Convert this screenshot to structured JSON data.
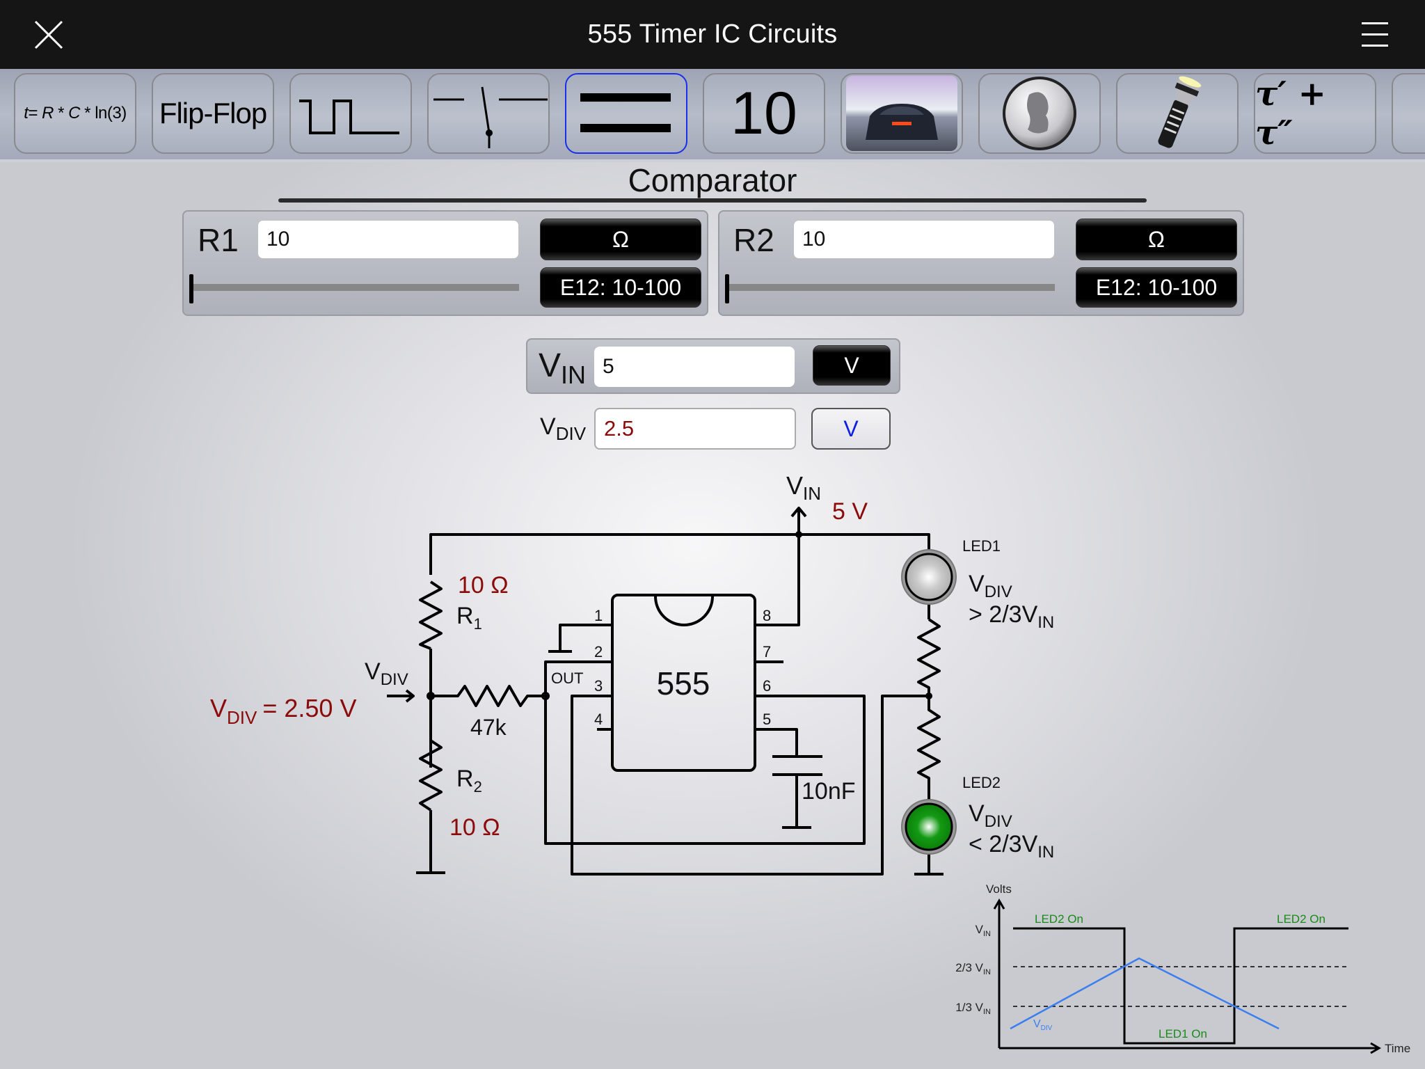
{
  "app": {
    "title": "555 Timer IC Circuits",
    "close_icon": "close-x-icon",
    "menu_icon": "hamburger-menu-icon"
  },
  "toolbar": {
    "tools": [
      {
        "id": "formula",
        "label": "t= R * C * ln(3)",
        "selected": false
      },
      {
        "id": "flip-flop",
        "label": "Flip-Flop",
        "selected": false
      },
      {
        "id": "square-wave",
        "icon": "square-wave-icon",
        "selected": false
      },
      {
        "id": "switch",
        "icon": "switch-icon",
        "selected": false
      },
      {
        "id": "comparator",
        "icon": "equals-bars-icon",
        "selected": true
      },
      {
        "id": "counter",
        "label": "10",
        "selected": false
      },
      {
        "id": "knight-rider",
        "icon": "car-photo-icon",
        "selected": false
      },
      {
        "id": "quarter",
        "icon": "quarter-coin-icon",
        "selected": false
      },
      {
        "id": "flashlight",
        "icon": "flashlight-icon",
        "selected": false
      },
      {
        "id": "tau",
        "label": "τ′ + τ″",
        "selected": false
      },
      {
        "id": "bargraph",
        "icon": "bar-segments-icon",
        "selected": false
      }
    ]
  },
  "section": {
    "title": "Comparator"
  },
  "r1": {
    "label": "R1",
    "value": "10",
    "unit": "Ω",
    "series": "E12: 10-100",
    "slider_fraction": 0.0
  },
  "r2": {
    "label": "R2",
    "value": "10",
    "unit": "Ω",
    "series": "E12: 10-100",
    "slider_fraction": 0.0
  },
  "vin": {
    "label": "V",
    "sub": "IN",
    "value": "5",
    "unit": "V"
  },
  "vdiv": {
    "label": "V",
    "sub": "DIV",
    "value": "2.5",
    "unit": "V"
  },
  "circuit": {
    "vin_label": "V",
    "vin_sub": "IN",
    "vin_value": "5 V",
    "r1_value": "10 Ω",
    "r1_name": "R",
    "r1_sub": "1",
    "r2_value": "10 Ω",
    "r2_name": "R",
    "r2_sub": "2",
    "vdiv_label": "V",
    "vdiv_sub": "DIV",
    "vdiv_readout_label": "V",
    "vdiv_readout_sub": "DIV",
    "vdiv_readout_value": "= 2.50 V",
    "resistor_47k": "47k",
    "ic_label": "555",
    "out_label": "OUT",
    "pins": [
      "1",
      "2",
      "3",
      "4",
      "5",
      "6",
      "7",
      "8"
    ],
    "cap_label": "10nF",
    "led1": {
      "name": "LED1",
      "cond_top": "V",
      "cond_top_sub": "DIV",
      "cond": "> 2/3V",
      "cond_sub": "IN",
      "state": "off"
    },
    "led2": {
      "name": "LED2",
      "cond_top": "V",
      "cond_top_sub": "DIV",
      "cond": "< 2/3V",
      "cond_sub": "IN",
      "state": "on"
    },
    "colors": {
      "value_red": "#8b0a0a",
      "led_on": "#0a8a0a",
      "led_off": "#b8b8b8"
    }
  },
  "timing": {
    "y_axis": "Volts",
    "x_axis": "Time",
    "levels": [
      {
        "label": "V",
        "sub": "IN"
      },
      {
        "label": "2/3 V",
        "sub": "IN"
      },
      {
        "label": "1/3 V",
        "sub": "IN"
      }
    ],
    "annotations": [
      "LED2 On",
      "LED1 On",
      "LED2 On"
    ],
    "ramp_label": "V",
    "ramp_sub": "DIV",
    "colors": {
      "ramp": "#3a7ef0",
      "annot": "#1a8a1a"
    }
  }
}
